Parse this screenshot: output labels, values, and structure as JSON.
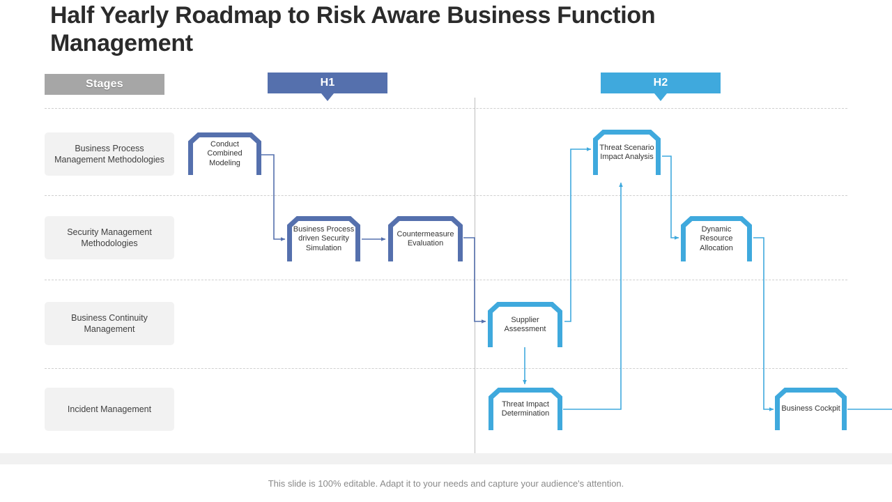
{
  "slide": {
    "title": "Half Yearly Roadmap to Risk Aware Business Function Management",
    "footer_note": "This slide is 100% editable. Adapt it to your needs and capture your audience's attention."
  },
  "colors": {
    "stages_header": "#a6a6a6",
    "h1_accent": "#5570ad",
    "h2_accent": "#3fa9dd",
    "stage_chip_bg": "#f2f2f2",
    "gridline": "#cfcfcf",
    "divider": "#bcbcbc",
    "title_text": "#2b2b2b",
    "footer_text": "#8a8a8a"
  },
  "headers": [
    {
      "key": "stages",
      "label": "Stages"
    },
    {
      "key": "h1",
      "label": "H1"
    },
    {
      "key": "h2",
      "label": "H2"
    }
  ],
  "stages": [
    {
      "label": "Business Process Management Methodologies"
    },
    {
      "label": "Security Management Methodologies"
    },
    {
      "label": "Business Continuity Management"
    },
    {
      "label": "Incident Management"
    }
  ],
  "nodes": [
    {
      "id": "conduct-combined-modeling",
      "label": "Conduct Combined Modeling",
      "phase": "H1",
      "stage": "Business Process Management Methodologies"
    },
    {
      "id": "business-process-driven-security-simulation",
      "label": "Business Process driven Security Simulation",
      "phase": "H1",
      "stage": "Security Management Methodologies"
    },
    {
      "id": "countermeasure-evaluation",
      "label": "Countermeasure Evaluation",
      "phase": "H1",
      "stage": "Security Management Methodologies"
    },
    {
      "id": "threat-scenario-impact-analysis",
      "label": "Threat Scenario Impact Analysis",
      "phase": "H2",
      "stage": "Business Process Management Methodologies"
    },
    {
      "id": "dynamic-resource-allocation",
      "label": "Dynamic Resource Allocation",
      "phase": "H2",
      "stage": "Security Management Methodologies"
    },
    {
      "id": "supplier-assessment",
      "label": "Supplier Assessment",
      "phase": "H2",
      "stage": "Business Continuity Management"
    },
    {
      "id": "threat-impact-determination",
      "label": "Threat Impact Determination",
      "phase": "H2",
      "stage": "Incident Management"
    },
    {
      "id": "business-cockpit",
      "label": "Business Cockpit",
      "phase": "H2",
      "stage": "Incident Management"
    }
  ],
  "connections": [
    {
      "from": "conduct-combined-modeling",
      "to": "business-process-driven-security-simulation"
    },
    {
      "from": "business-process-driven-security-simulation",
      "to": "countermeasure-evaluation"
    },
    {
      "from": "countermeasure-evaluation",
      "to": "supplier-assessment"
    },
    {
      "from": "supplier-assessment",
      "to": "threat-scenario-impact-analysis"
    },
    {
      "from": "supplier-assessment",
      "to": "threat-impact-determination"
    },
    {
      "from": "threat-scenario-impact-analysis",
      "to": "dynamic-resource-allocation"
    },
    {
      "from": "threat-impact-determination",
      "to": "threat-scenario-impact-analysis"
    },
    {
      "from": "dynamic-resource-allocation",
      "to": "business-cockpit"
    },
    {
      "from": "business-cockpit",
      "to": ""
    }
  ]
}
